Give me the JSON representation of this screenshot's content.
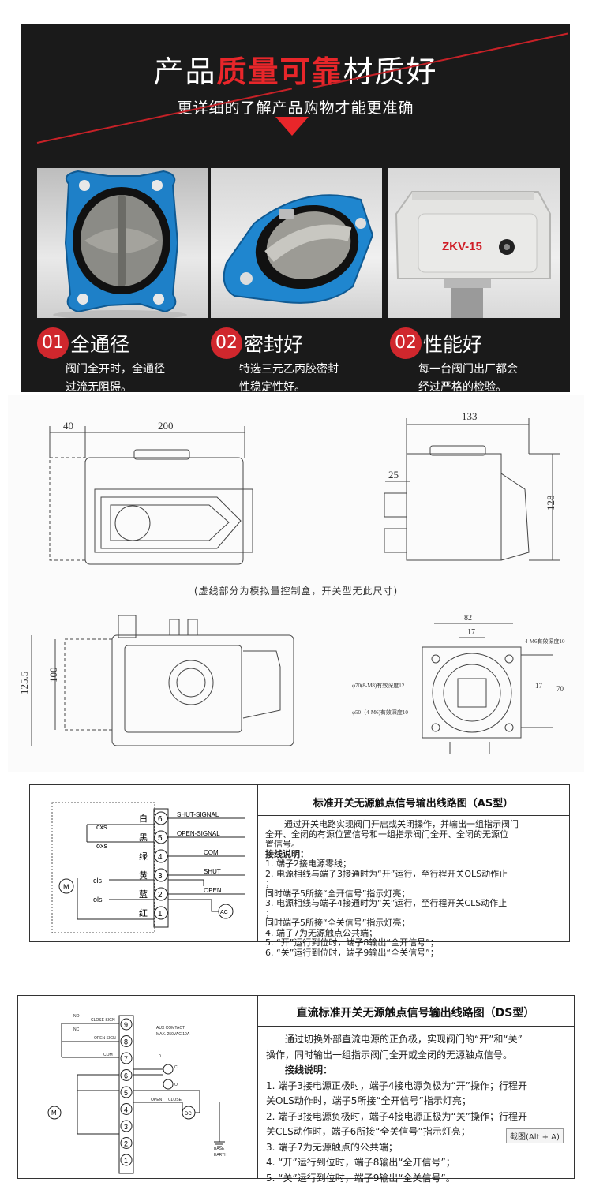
{
  "banner": {
    "title_a": "产品",
    "title_b": "质量可靠",
    "title_c": "材质好",
    "subtitle": "更详细的了解产品购物才能更准确",
    "product_label": "ZKV-15",
    "accent_color": "#e8262a",
    "features": [
      {
        "num": "01",
        "title": "全通径",
        "desc": [
          "阀门全开时，全通径",
          "过流无阻碍。"
        ]
      },
      {
        "num": "02",
        "title": "密封好",
        "desc": [
          "特选三元乙丙胶密封",
          "性稳定性好。"
        ]
      },
      {
        "num": "02",
        "title": "性能好",
        "desc": [
          "每一台阀门出厂都会",
          "经过严格的检验。"
        ]
      }
    ]
  },
  "dimensions": {
    "top_left": {
      "d1": "40",
      "d2": "200"
    },
    "top_right": {
      "d1": "133",
      "d2": "25",
      "d3": "128"
    },
    "bottom_left": {
      "d1": "100",
      "d2": "125.5"
    },
    "bottom_right": {
      "d1": "82",
      "d2": "17",
      "d3": "4-M6有效深度10",
      "d4": "φ70(8-M8)有效深度12",
      "d5": "17",
      "d6": "70",
      "d7": "φ50（4-M6)有效深度10"
    },
    "note": "(虚线部分为模拟量控制盒，开关型无此尺寸)"
  },
  "as_table": {
    "heading": "标准开关无源触点信号输出线路图（AS型）",
    "terminals": [
      {
        "n": "6",
        "color": "白",
        "label": "SHUT-SIGNAL"
      },
      {
        "n": "5",
        "color": "黑",
        "label": "OPEN-SIGNAL"
      },
      {
        "n": "4",
        "color": "绿",
        "label": "COM"
      },
      {
        "n": "3",
        "color": "黄",
        "label": "SHUT"
      },
      {
        "n": "2",
        "color": "蓝",
        "label": "OPEN"
      },
      {
        "n": "1",
        "color": "红",
        "label": ""
      }
    ],
    "switch_labels": {
      "cxs": "cxs",
      "oxs": "oxs",
      "cls": "cls",
      "ols": "ols",
      "motor": "M",
      "ac": "AC"
    },
    "intro": [
      "通过开关电路实现阀门开启或关闭操作，并输出一组指示阀门",
      "全开、全闭的有源位置信号和一组指示阀门全开、全闭的无源位",
      "置信号。"
    ],
    "sub": "接线说明：",
    "steps": [
      "1. 端子2接电源零线；",
      "2. 电源相线与端子3接通时为“开”运行，至行程开关OLS动作止",
      "；",
      "   同时端子5所接“全开信号”指示灯亮；",
      "3. 电源相线与端子4接通时为“关”运行，至行程开关CLS动作止",
      "；",
      "   同时端子5所接“全关信号”指示灯亮；",
      "4. 端子7为无源触点公共端；",
      "5. “开”运行到位时，端子8输出“全开信号”；",
      "6. “关”运行到位时，端子9输出“全关信号”；"
    ]
  },
  "ds_table": {
    "heading": "直流标准开关无源触点信号输出线路图（DS型）",
    "terminals": [
      "9",
      "8",
      "7",
      "6",
      "5",
      "4",
      "3",
      "2",
      "1"
    ],
    "small_labels": {
      "close_sign": "CLOSE SIGN",
      "open_sign": "OPEN SIGN",
      "com": "COM",
      "no": "NO",
      "nc": "NC",
      "aux": "AUX  COMTACT",
      "max": "MAX.  250VAC  10A",
      "zero": "0",
      "c": "C",
      "o": "O",
      "open": "OPEN",
      "close": "CLOSE",
      "dc": "DC",
      "motor": "M",
      "earth1": "BASE",
      "earth2": "EARTH"
    },
    "intro": [
      "通过切换外部直流电源的正负极，实现阀门的“开”和“关”",
      "操作，同时输出一组指示阀门全开或全闭的无源触点信号。"
    ],
    "sub": "接线说明：",
    "steps": [
      "1. 端子3接电源正极时，端子4接电源负极为“开”操作；行程开",
      "   关OLS动作时，端子5所接“全开信号”指示灯亮；",
      "2. 端子3接电源负极时，端子4接电源正极为“关”操作；行程开",
      "   关CLS动作时，端子6所接“全关信号”指示灯亮；",
      "3. 端子7为无源触点的公共端；",
      "4. “开”运行到位时，端子8输出“全开信号”；",
      "5. “关”运行到位时，端子9输出“全关信号”。"
    ]
  },
  "screenshot_tag": "截图(Alt + A)"
}
